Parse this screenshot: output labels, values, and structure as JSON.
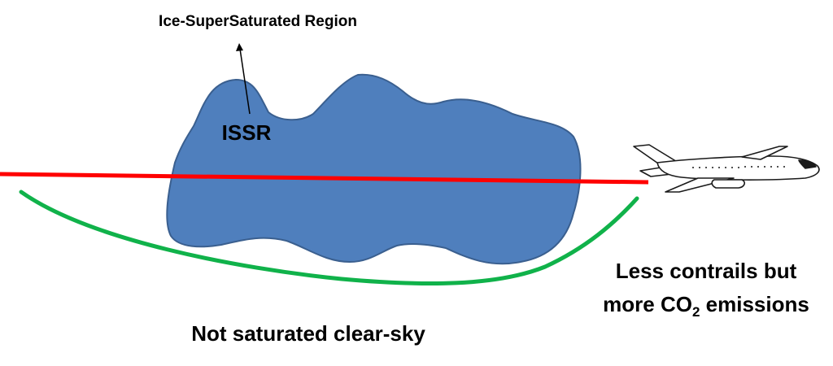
{
  "title_label": "Ice-SuperSaturated Region",
  "issr_label": "ISSR",
  "green_route_label": {
    "line1": "Less contrails but",
    "line2_prefix": "more CO",
    "line2_subscript": "2",
    "line2_suffix": " emissions"
  },
  "clear_sky_label": "Not saturated clear-sky",
  "colors": {
    "issr_fill": "#4f7fbd",
    "issr_stroke": "#3a5f8f",
    "red_route": "#ff0000",
    "green_route": "#10b24a",
    "text": "#000000"
  },
  "icons": {
    "aircraft": "airplane-icon"
  }
}
